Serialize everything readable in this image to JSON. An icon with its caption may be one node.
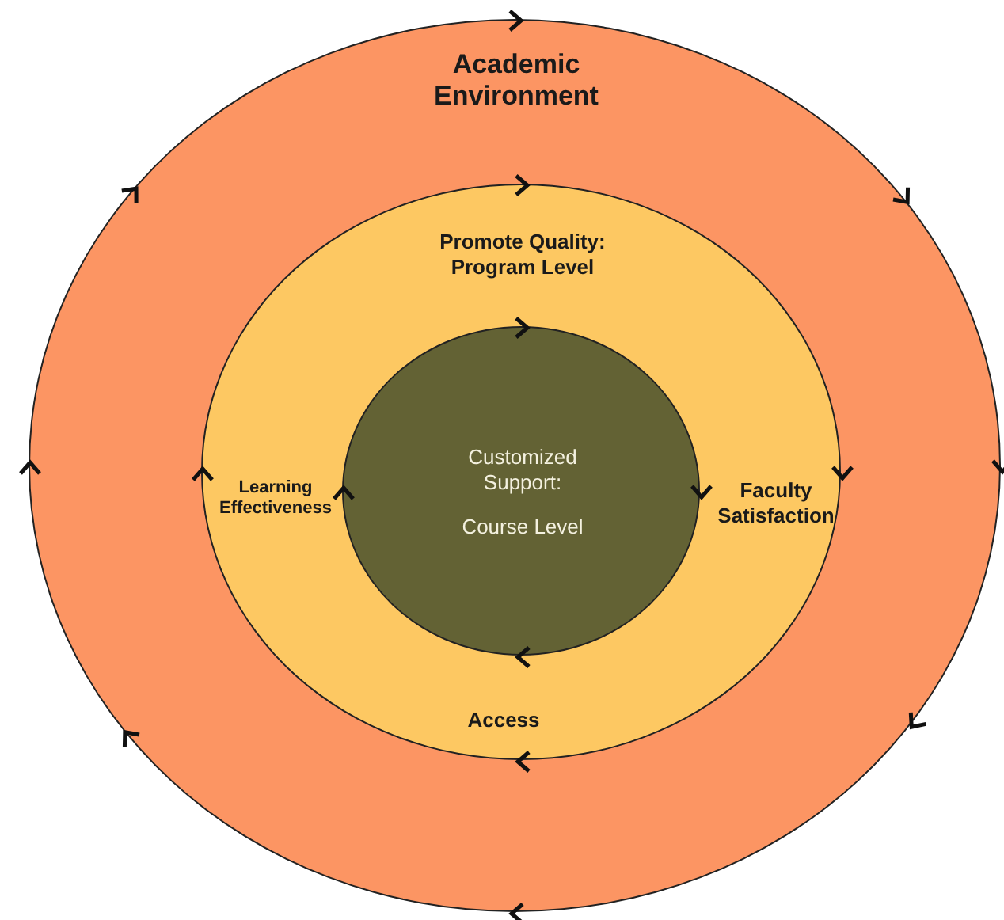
{
  "diagram": {
    "nodes": [
      {
        "text": [
          "Academic Environment"
        ]
      },
      {
        "text": [
          "Promote Quality: Program Level",
          "Learning Effectiveness",
          "Faculty Satisfaction",
          "Access"
        ],
        "in": 0
      },
      {
        "text": [
          "Customized Support:",
          "Course Level"
        ],
        "in": 1
      }
    ]
  }
}
